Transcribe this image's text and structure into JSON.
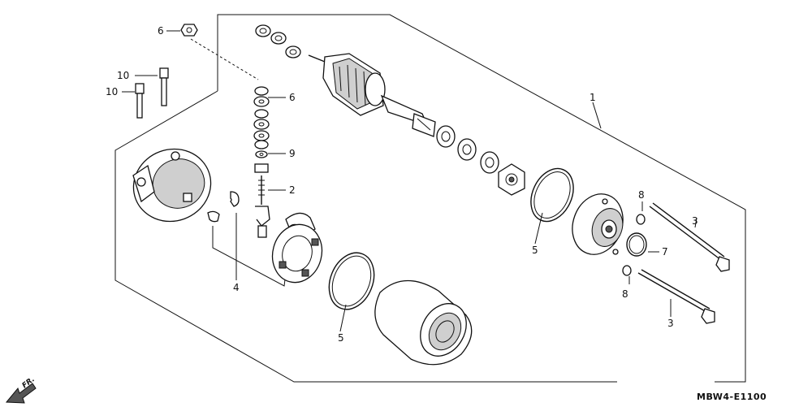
{
  "diagram": {
    "callouts": {
      "c1": "1",
      "c2": "2",
      "c3a": "3",
      "c3b": "3",
      "c4": "4",
      "c5a": "5",
      "c5b": "5",
      "c6a": "6",
      "c6b": "6",
      "c7": "7",
      "c8a": "8",
      "c8b": "8",
      "c9": "9",
      "c10a": "10",
      "c10b": "10"
    },
    "direction_label": "FR.",
    "figure_code": "MBW4-E1100"
  }
}
